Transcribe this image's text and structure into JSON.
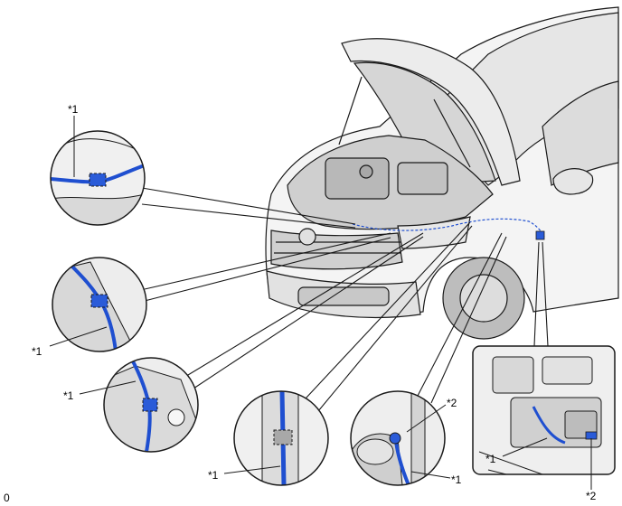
{
  "figure_number": "0",
  "callouts": {
    "harness": "*1",
    "connector": "*2"
  },
  "colors": {
    "harness_blue": "#1f4fd0",
    "outline": "#1a1a1a",
    "fill_light": "#f2f2f2",
    "fill_mid": "#d9d9d9",
    "fill_dark": "#9a9a9a"
  },
  "icons": [
    "clamp-marker-icon",
    "connector-icon"
  ]
}
